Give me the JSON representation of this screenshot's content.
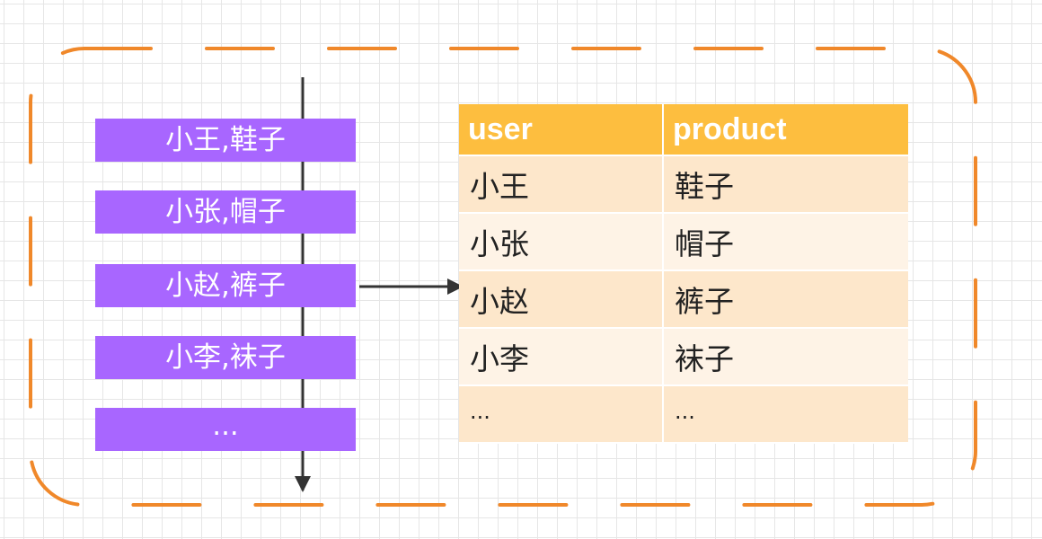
{
  "records": [
    {
      "text": "小王,鞋子"
    },
    {
      "text": "小张,帽子"
    },
    {
      "text": "小赵,裤子"
    },
    {
      "text": "小李,袜子"
    },
    {
      "text": "..."
    }
  ],
  "table": {
    "headers": [
      "user",
      "product"
    ],
    "rows": [
      [
        "小王",
        "鞋子"
      ],
      [
        "小张",
        "帽子"
      ],
      [
        "小赵",
        "裤子"
      ],
      [
        "小李",
        "袜子"
      ],
      [
        "...",
        "..."
      ]
    ]
  },
  "colors": {
    "boundary": "#f0882a",
    "record_fill": "#a866ff",
    "header_fill": "#fdbe3f",
    "row_fill_a": "#fde7cb",
    "row_fill_b": "#fef3e6",
    "arrow": "#333333"
  }
}
